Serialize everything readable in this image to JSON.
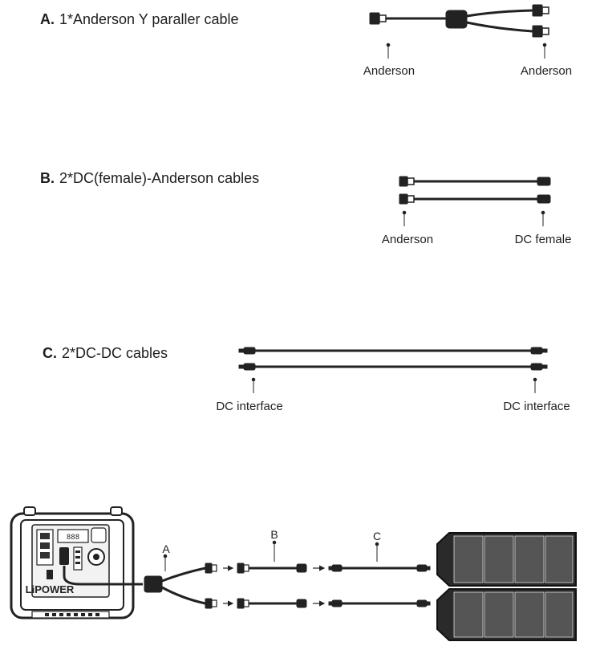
{
  "items": [
    {
      "letter": "A.",
      "text": "1*Anderson Y paraller cable",
      "left_label": "Anderson",
      "right_label": "Anderson"
    },
    {
      "letter": "B.",
      "text": "2*DC(female)-Anderson cables",
      "left_label": "Anderson",
      "right_label": "DC female"
    },
    {
      "letter": "C.",
      "text": "2*DC-DC cables",
      "left_label": "DC interface",
      "right_label": "DC interface"
    }
  ],
  "connection": {
    "brand": "LiPOWER",
    "label_a": "A",
    "label_b": "B",
    "label_c": "C"
  }
}
